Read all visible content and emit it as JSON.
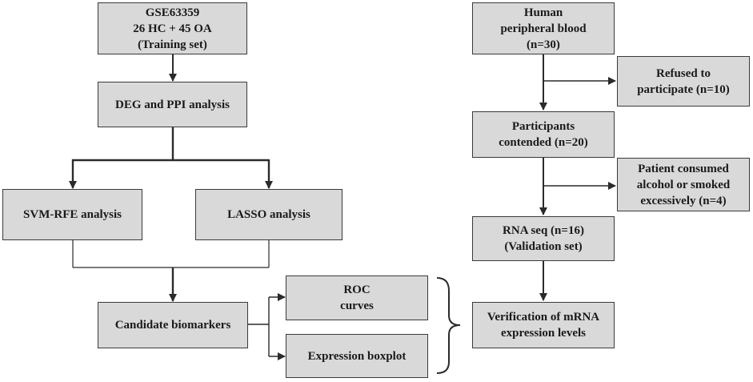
{
  "left_flow": {
    "dataset": [
      "GSE63359",
      "26 HC + 45 OA",
      "(Training set)"
    ],
    "deg_ppi": [
      "DEG and PPI analysis"
    ],
    "svm_rfe": [
      "SVM-RFE analysis"
    ],
    "lasso": [
      "LASSO analysis"
    ],
    "candidates": [
      "Candidate biomarkers"
    ],
    "roc": [
      "ROC",
      "curves"
    ],
    "boxplot": [
      "Expression boxplot"
    ]
  },
  "right_flow": {
    "blood": [
      "Human",
      "peripheral blood",
      "(n=30)"
    ],
    "refused": [
      "Refused to",
      "participate (n=10)"
    ],
    "participants": [
      "Participants",
      "contended (n=20)"
    ],
    "excluded": [
      "Patient consumed",
      "alcohol or smoked",
      "excessively (n=4)"
    ],
    "rnaseq": [
      "RNA seq (n=16)",
      "(Validation set)"
    ],
    "verification": [
      "Verification of mRNA",
      "expression levels"
    ]
  }
}
